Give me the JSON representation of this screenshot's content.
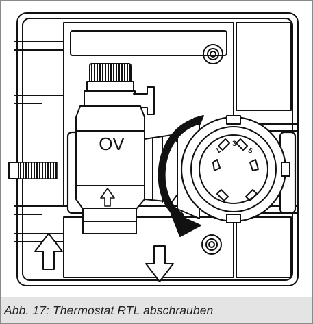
{
  "figure": {
    "caption": "Abb. 17: Thermostat RTL abschrauben"
  },
  "illustration": {
    "valve_label": "OV",
    "dial_numbers": [
      "1",
      "3",
      "5"
    ],
    "icons": [
      "flow-up-arrow-icon",
      "flow-down-arrow-icon",
      "unscrew-arrow-icon",
      "small-up-arrow-icon"
    ]
  }
}
